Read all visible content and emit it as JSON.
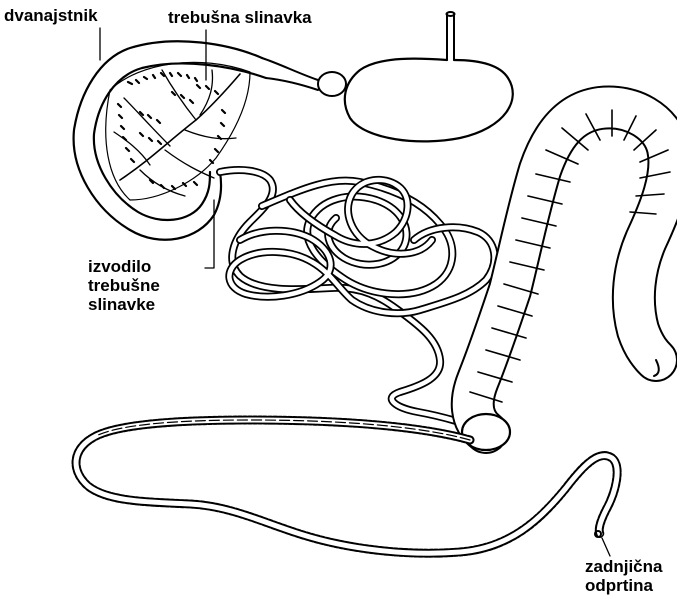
{
  "labels": {
    "duodenum": "dvanajstnik",
    "pancreas": "trebušna slinavka",
    "pancreatic_duct": [
      "izvodilo",
      "trebušne",
      "slinavke"
    ],
    "anus": [
      "zadnjična",
      "odprtina"
    ]
  },
  "colors": {
    "ink": "#000000",
    "background": "#ffffff",
    "fill": "#ffffff"
  }
}
